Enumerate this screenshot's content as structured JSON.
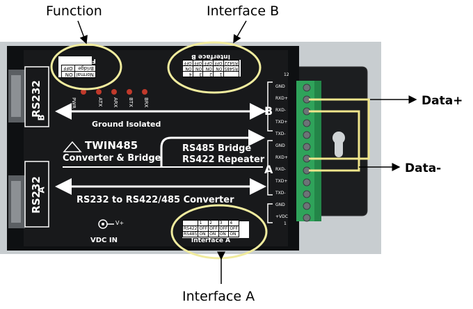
{
  "callouts": {
    "function": "Function",
    "interface_b": "Interface B",
    "interface_a": "Interface A",
    "data_plus": "Data+",
    "data_minus": "Data-"
  },
  "device": {
    "port_b": {
      "label": "RS232",
      "letter": "B"
    },
    "port_a": {
      "label": "RS232",
      "letter": "A"
    },
    "function_panel": {
      "title": "Function",
      "rows": [
        {
          "mode": "Normal",
          "switch": "ON"
        },
        {
          "mode": "Bridge",
          "switch": "OFF"
        }
      ]
    },
    "interface_b_panel": {
      "title": "Interface B",
      "header": [
        "",
        "1",
        "2",
        "3",
        "4"
      ],
      "rows": [
        [
          "RS485",
          "ON",
          "ON",
          "ON",
          "ON"
        ],
        [
          "RS422",
          "OFF",
          "OFF",
          "OFF",
          "OFF"
        ]
      ]
    },
    "interface_a_panel": {
      "title": "Interface A",
      "header": [
        "",
        "1",
        "2",
        "3",
        "4"
      ],
      "rows": [
        [
          "RS422",
          "OFF",
          "OFF",
          "OFF",
          "OFF"
        ],
        [
          "RS485",
          "ON",
          "ON",
          "ON",
          "ON"
        ]
      ]
    },
    "leds": [
      "PWR",
      "ATX",
      "ARX",
      "BTX",
      "BRX"
    ],
    "ground_isolated": "Ground Isolated",
    "brand": "TWIN485",
    "tagline": "Converter & Bridge",
    "bridge_text": "RS485 Bridge",
    "repeater_text": "RS422 Repeater",
    "converter_text": "RS232 to RS422/485 Converter",
    "vdc_in": "VDC IN",
    "vplus": "V+",
    "letter_b": "B",
    "letter_a": "A",
    "terminal_top_number": "12",
    "terminal_bottom_number": "1",
    "terminal_labels_b": [
      "GND",
      "RXD+",
      "RXD-",
      "TXD+",
      "TXD-"
    ],
    "terminal_labels_a": [
      "GND",
      "RXD+",
      "RXD-",
      "TXD+",
      "TXD-"
    ],
    "terminal_labels_power": [
      "GND",
      "+VDC"
    ]
  }
}
